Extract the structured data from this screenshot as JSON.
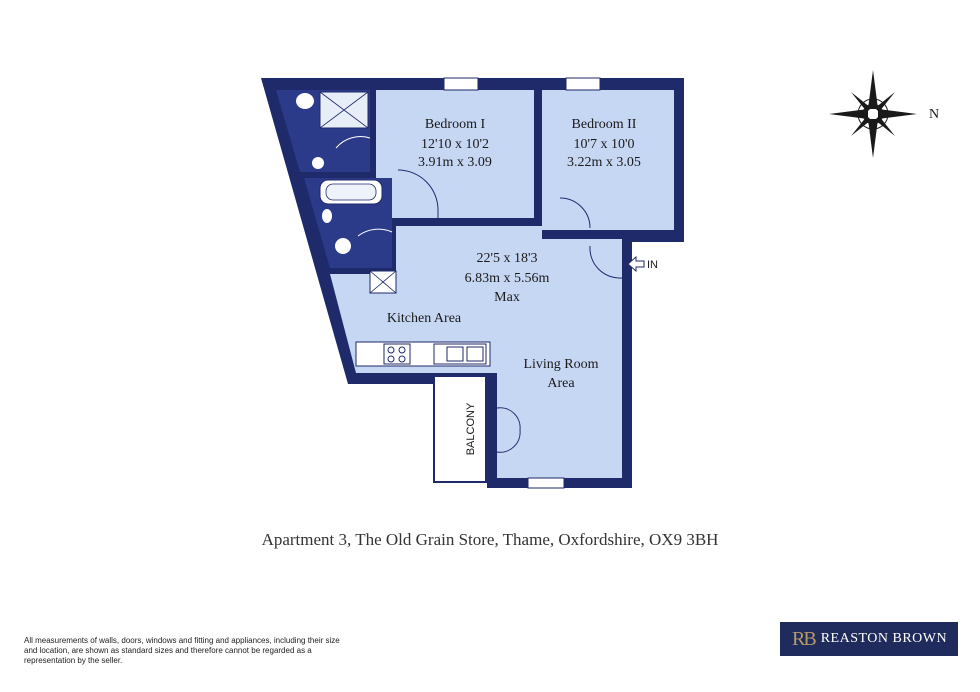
{
  "rooms": {
    "bedroom1": {
      "name": "Bedroom I",
      "imperial": "12'10 x 10'2",
      "metric": "3.91m x 3.09"
    },
    "bedroom2": {
      "name": "Bedroom II",
      "imperial": "10'7 x 10'0",
      "metric": "3.22m x 3.05"
    },
    "living": {
      "imperial": "22'5 x 18'3",
      "metric": "6.83m x 5.56m",
      "note": "Max"
    },
    "kitchen": {
      "name": "Kitchen Area"
    },
    "living_room": {
      "line1": "Living Room",
      "line2": "Area"
    },
    "balcony": {
      "name": "BALCONY"
    }
  },
  "entrance": {
    "label": "IN"
  },
  "compass": {
    "label": "N"
  },
  "address": "Apartment 3, The Old Grain Store, Thame, Oxfordshire, OX9 3BH",
  "disclaimer": "All measurements of walls, doors, windows and fitting and appliances, including their size and location, are shown as standard sizes and therefore cannot be regarded as a representation by the seller.",
  "logo": {
    "mark": "RB",
    "text": "REASTON BROWN"
  },
  "colors": {
    "wall": "#1f2a6b",
    "room_fill": "#c6d7f4",
    "dark_room": "#2c3a8a",
    "logo_bg": "#1f2b5c"
  }
}
